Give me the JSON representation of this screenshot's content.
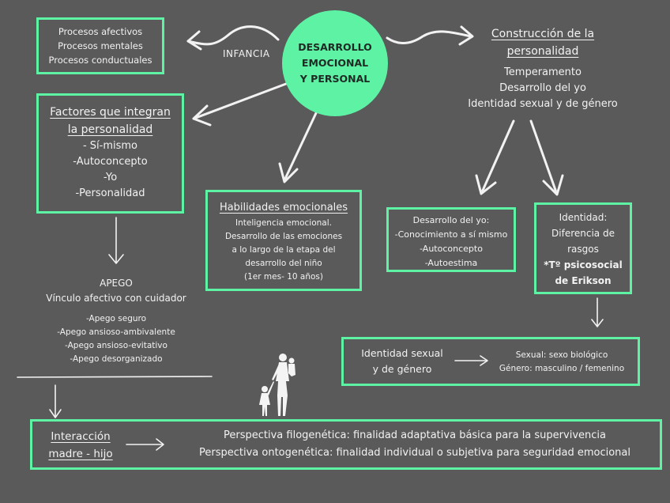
{
  "center": {
    "lines": [
      "DESARROLLO",
      "EMOCIONAL",
      "Y PERSONAL"
    ],
    "color": "#5df2a4"
  },
  "infancia": "INFANCIA",
  "processes": [
    "Procesos afectivos",
    "Procesos mentales",
    "Procesos conductuales"
  ],
  "factores": {
    "title_lines": [
      "Factores que integran",
      "la personalidad"
    ],
    "items": [
      "- Sí-mismo",
      "-Autoconcepto",
      "-Yo",
      "-Personalidad"
    ]
  },
  "habilidades": {
    "title": "Habilidades emocionales",
    "lines": [
      "Inteligencia emocional.",
      "Desarrollo de las emociones",
      "a lo largo de la etapa del",
      "desarrollo del niño",
      "(1er mes- 10 años)"
    ]
  },
  "construccion": {
    "title_lines": [
      "Construcción de la",
      "personalidad"
    ],
    "items": [
      "Temperamento",
      "Desarrollo del yo",
      "Identidad sexual y de género"
    ]
  },
  "desarrollo_yo": [
    "Desarrollo del yo:",
    "-Conocimiento a sí mismo",
    "-Autoconcepto",
    "-Autoestima"
  ],
  "identidad": {
    "lines": [
      "Identidad:",
      "Diferencia de",
      "rasgos"
    ],
    "bold_lines": [
      "*Tº psicosocial",
      "de Erikson"
    ]
  },
  "apego": {
    "title": "APEGO",
    "subtitle": "Vínculo afectivo con cuidador",
    "items": [
      "-Apego seguro",
      "-Apego ansioso-ambivalente",
      "-Apego ansioso-evitativo",
      "-Apego desorganizado"
    ]
  },
  "identidad_sexual": {
    "label_lines": [
      "Identidad sexual",
      "y de género"
    ],
    "details": [
      "Sexual: sexo biológico",
      "Género: masculino / femenino"
    ]
  },
  "interaccion": {
    "label_lines": [
      "Interacción",
      "madre - hijo"
    ],
    "perspectives": [
      "Perspectiva filogenética: finalidad adaptativa básica para la supervivencia",
      "Perspectiva ontogenética: finalidad individual o subjetiva para seguridad emocional"
    ]
  },
  "colors": {
    "background": "#5a5a5a",
    "accent": "#5df2a4",
    "text": "#f2f2f2"
  },
  "icons": [
    "mother-child-silhouette-icon"
  ]
}
